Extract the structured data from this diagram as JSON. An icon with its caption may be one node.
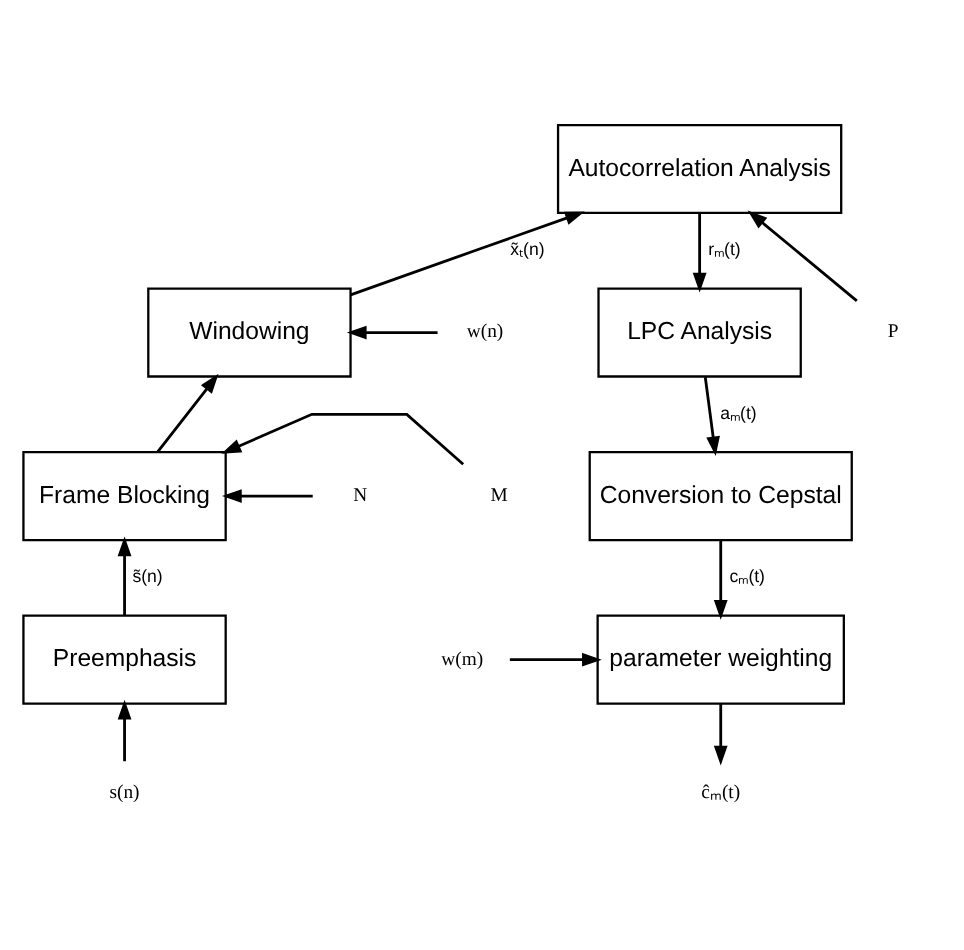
{
  "diagram": {
    "nodes": [
      {
        "text": [
          "Autocorrelation Analysis"
        ]
      },
      {
        "text": [
          "Windowing"
        ]
      },
      {
        "text": [
          "LPC Analysis"
        ]
      },
      {
        "text": [
          "Frame Blocking"
        ]
      },
      {
        "text": [
          "Conversion to Cepstal"
        ]
      },
      {
        "text": [
          "Preemphasis"
        ]
      },
      {
        "text": [
          "parameter weighting"
        ]
      },
      {
        "text": [
          "P"
        ]
      },
      {
        "text": [
          "w(n)"
        ]
      },
      {
        "text": [
          "M"
        ]
      },
      {
        "text": [
          "N"
        ]
      },
      {
        "text": [
          "w(m)"
        ]
      },
      {
        "text": [
          "s(n)"
        ]
      },
      {
        "text": [
          "ĉₘ(t)"
        ]
      }
    ],
    "edges": [
      {
        "from": 12,
        "to": 5,
        "arrow": "to"
      },
      {
        "from": 5,
        "to": 3,
        "arrow": "to",
        "label": "s̃(n)"
      },
      {
        "from": 9,
        "to": 3,
        "arrow": "to"
      },
      {
        "from": 10,
        "to": 3,
        "arrow": "to"
      },
      {
        "from": 3,
        "to": 1,
        "arrow": "to"
      },
      {
        "from": 8,
        "to": 1,
        "arrow": "to"
      },
      {
        "from": 1,
        "to": 0,
        "arrow": "to",
        "label": "x̃ₜ(n)"
      },
      {
        "from": 7,
        "to": 0,
        "arrow": "to"
      },
      {
        "from": 0,
        "to": 2,
        "arrow": "to",
        "label": "rₘ(t)"
      },
      {
        "from": 2,
        "to": 4,
        "arrow": "to",
        "label": "aₘ(t)"
      },
      {
        "from": 4,
        "to": 6,
        "arrow": "to",
        "label": "cₘ(t)"
      },
      {
        "from": 11,
        "to": 6,
        "arrow": "to"
      },
      {
        "from": 6,
        "to": 13,
        "arrow": "to"
      }
    ]
  }
}
